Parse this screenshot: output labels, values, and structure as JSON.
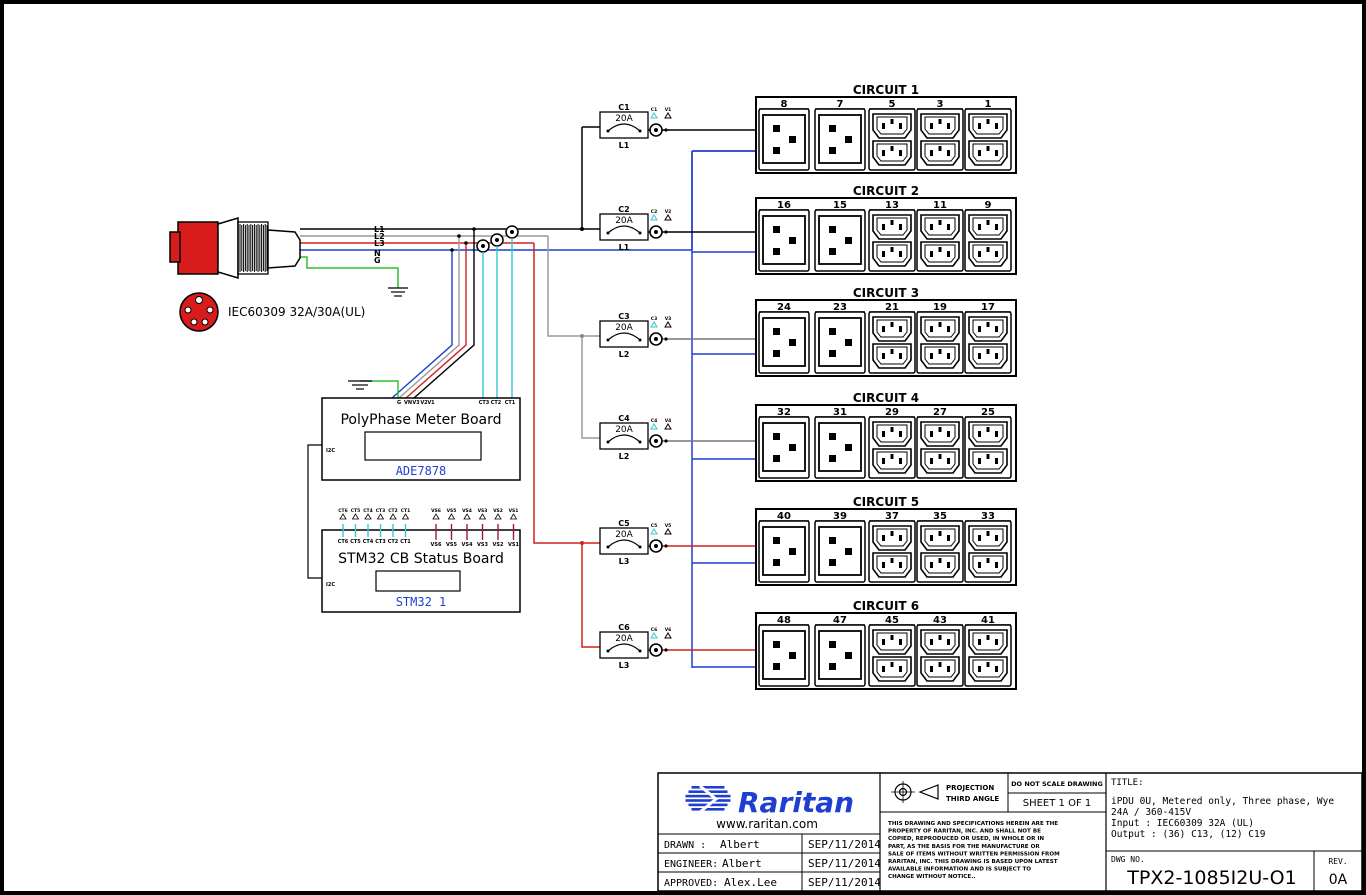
{
  "plug": {
    "label": "IEC60309 32A/30A(UL)",
    "wires": [
      "L1",
      "L2",
      "L3",
      "N",
      "G"
    ]
  },
  "meter": {
    "title": "PolyPhase Meter Board",
    "chip": "ADE7878",
    "port": "I2C",
    "pins": [
      "G",
      "VN",
      "V3",
      "V2",
      "V1",
      "CT3",
      "CT2",
      "CT1"
    ]
  },
  "stm": {
    "title": "STM32 CB Status Board",
    "chip": "STM32 1",
    "port": "I2C",
    "ct_pins": [
      "CT6",
      "CT5",
      "CT4",
      "CT3",
      "CT2",
      "CT1"
    ],
    "vs_pins": [
      "VS6",
      "VS5",
      "VS4",
      "VS3",
      "VS2",
      "VS1"
    ]
  },
  "breakers": [
    {
      "id": "C1",
      "rating": "20A",
      "line": "L1",
      "ct": "C1",
      "vs": "V1"
    },
    {
      "id": "C2",
      "rating": "20A",
      "line": "L1",
      "ct": "C2",
      "vs": "V2"
    },
    {
      "id": "C3",
      "rating": "20A",
      "line": "L2",
      "ct": "C3",
      "vs": "V3"
    },
    {
      "id": "C4",
      "rating": "20A",
      "line": "L2",
      "ct": "C4",
      "vs": "V4"
    },
    {
      "id": "C5",
      "rating": "20A",
      "line": "L3",
      "ct": "C5",
      "vs": "V5"
    },
    {
      "id": "C6",
      "rating": "20A",
      "line": "L3",
      "ct": "C6",
      "vs": "V6"
    }
  ],
  "circuits": [
    {
      "label": "CIRCUIT 1",
      "outlets": [
        "8",
        "7",
        "5",
        "3",
        "1"
      ]
    },
    {
      "label": "CIRCUIT 2",
      "outlets": [
        "16",
        "15",
        "13",
        "11",
        "9"
      ]
    },
    {
      "label": "CIRCUIT 3",
      "outlets": [
        "24",
        "23",
        "21",
        "19",
        "17"
      ]
    },
    {
      "label": "CIRCUIT 4",
      "outlets": [
        "32",
        "31",
        "29",
        "27",
        "25"
      ]
    },
    {
      "label": "CIRCUIT 5",
      "outlets": [
        "40",
        "39",
        "37",
        "35",
        "33"
      ]
    },
    {
      "label": "CIRCUIT 6",
      "outlets": [
        "48",
        "47",
        "45",
        "43",
        "41"
      ]
    }
  ],
  "titleblock": {
    "brand": "Raritan",
    "website": "www.raritan.com",
    "drawn_label": "DRAWN :",
    "drawn_name": "Albert",
    "drawn_date": "SEP/11/2014",
    "engineer_label": "ENGINEER:",
    "engineer_name": "Albert",
    "engineer_date": "SEP/11/2014",
    "approved_label": "APPROVED:",
    "approved_name": "Alex.Lee",
    "approved_date": "SEP/11/2014",
    "projection_1": "PROJECTION",
    "projection_2": "THIRD ANGLE",
    "no_scale": "DO NOT SCALE DRAWING",
    "sheet": "SHEET 1 OF 1",
    "notice": [
      "THIS DRAWING AND SPECIFICATIONS HEREIN ARE THE",
      "PROPERTY OF RARITAN, INC. AND SHALL NOT BE",
      "COPIED, REPRODUCED OR USED, IN WHOLE OR IN",
      "PART, AS THE BASIS FOR THE MANUFACTURE OR",
      "SALE OF ITEMS WITHOUT WRITTEN PERMISSION FROM",
      "RARITAN, INC. THIS DRAWING IS BASED UPON LATEST",
      "AVAILABLE INFORMATION AND IS SUBJECT TO",
      "CHANGE WITHOUT NOTICE.."
    ],
    "title_label": "TITLE:",
    "title_lines": [
      "iPDU 0U, Metered only, Three phase, Wye",
      "24A / 360-415V",
      "Input : IEC60309 32A (UL)",
      "Output : (36) C13, (12) C19"
    ],
    "dwg_label": "DWG NO.",
    "dwg_no": "TPX2-1085I2U-O1",
    "rev_label": "REV.",
    "rev": "0A"
  },
  "colors": {
    "l1": "#000000",
    "l2": "#9a9a9a",
    "l3": "#d42020",
    "neutral": "#1f3fd0",
    "ground": "#2fbf2f",
    "ct": "#2fc8d8",
    "plug": "#d81c1c"
  }
}
